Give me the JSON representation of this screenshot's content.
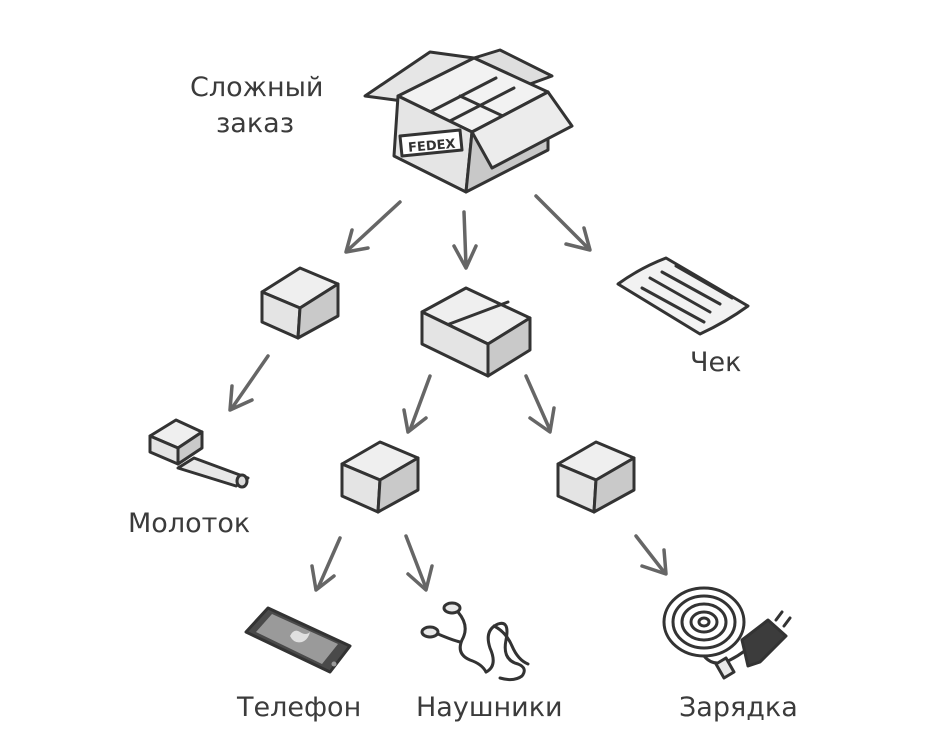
{
  "nodes": {
    "root": {
      "line1": "Сложный",
      "line2": "заказ",
      "tag": "FEDEX"
    },
    "receipt": {
      "label": "Чек"
    },
    "hammer": {
      "label": "Молоток"
    },
    "phone": {
      "label": "Телефон"
    },
    "headphones": {
      "label": "Наушники"
    },
    "charger": {
      "label": "Зарядка"
    }
  },
  "colors": {
    "box_top": "#efefef",
    "box_left": "#e4e4e4",
    "box_right": "#c9c9c9",
    "stroke": "#333333",
    "arrow": "#666666",
    "text": "#3b3b3b"
  }
}
